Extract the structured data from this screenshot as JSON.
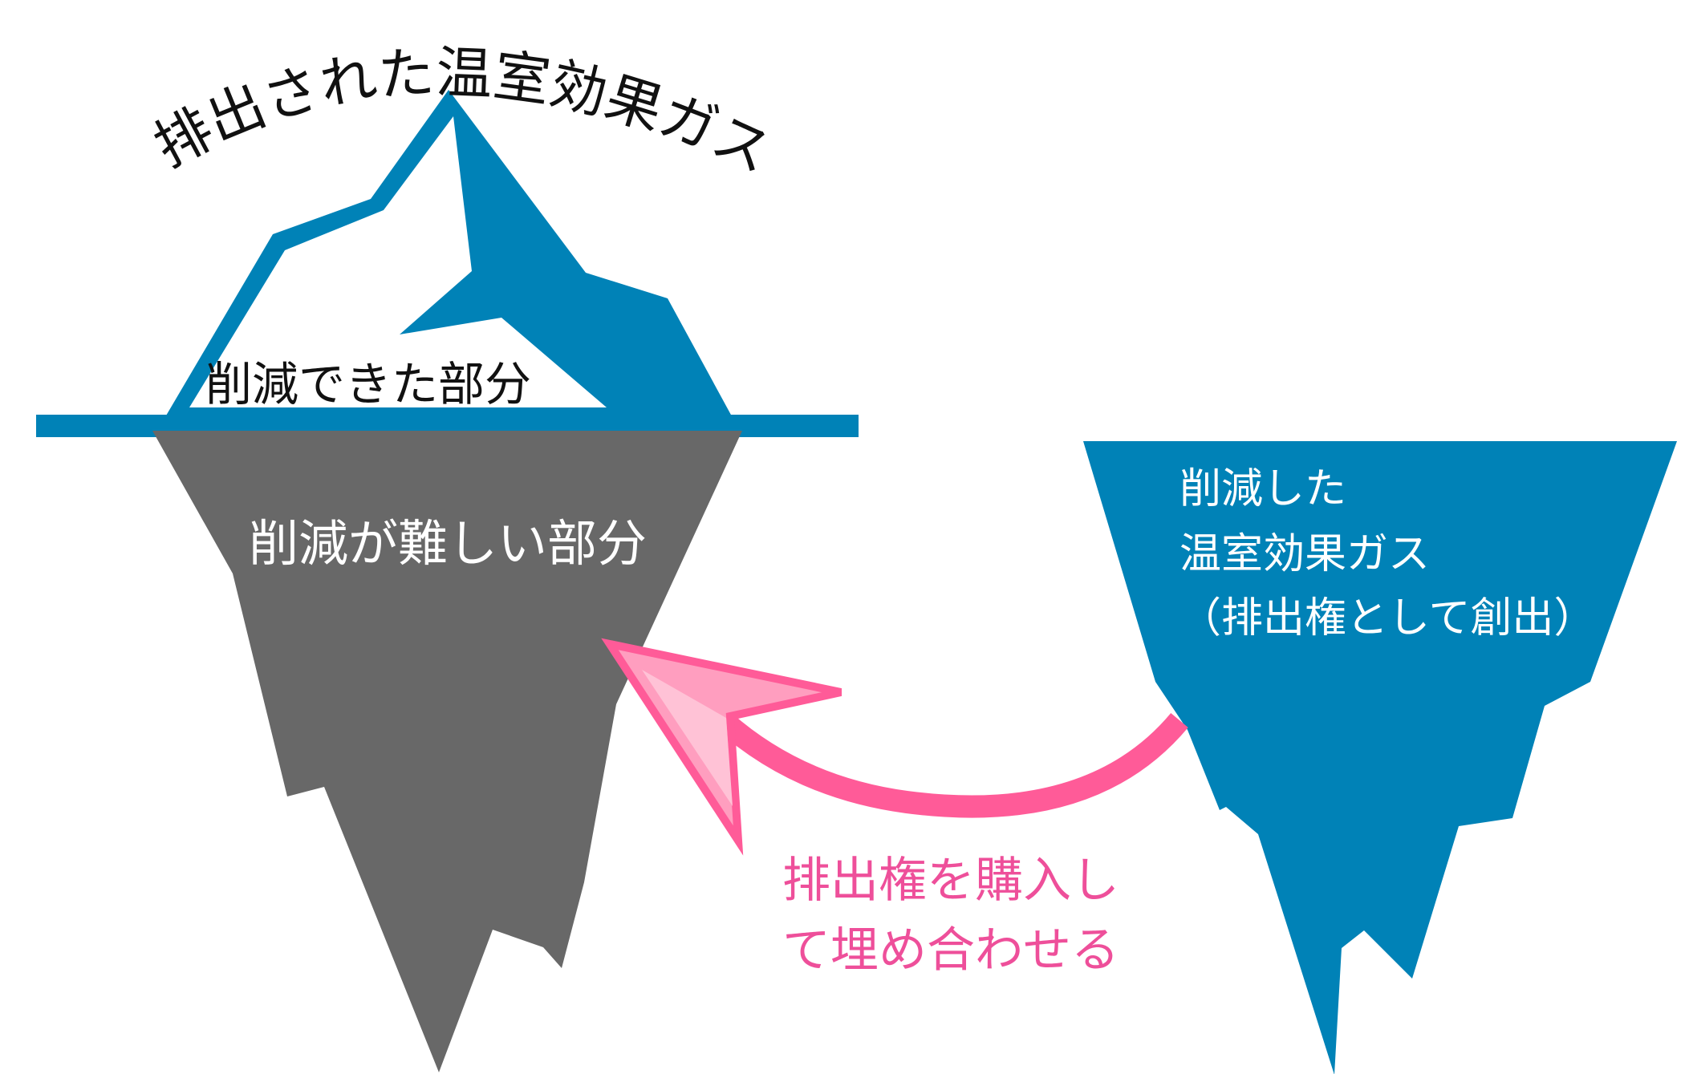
{
  "colors": {
    "ice_blue": "#0082b7",
    "underwater_gray": "#686868",
    "arrow_pink": "#ff5b98",
    "arrow_fill_light": "#ffc2d6",
    "arrow_fill_mid": "#ff9ebf"
  },
  "title_arc": "排出された温室効果ガス",
  "labels": {
    "reduced_part": "削減できた部分",
    "hard_part": "削減が難しい部分",
    "reduced_gas_line1": "削減した",
    "reduced_gas_line2": "温室効果ガス",
    "reduced_gas_line3": "（排出権として創出）",
    "offset_line1": "排出権を購入し",
    "offset_line2": "て埋め合わせる"
  }
}
